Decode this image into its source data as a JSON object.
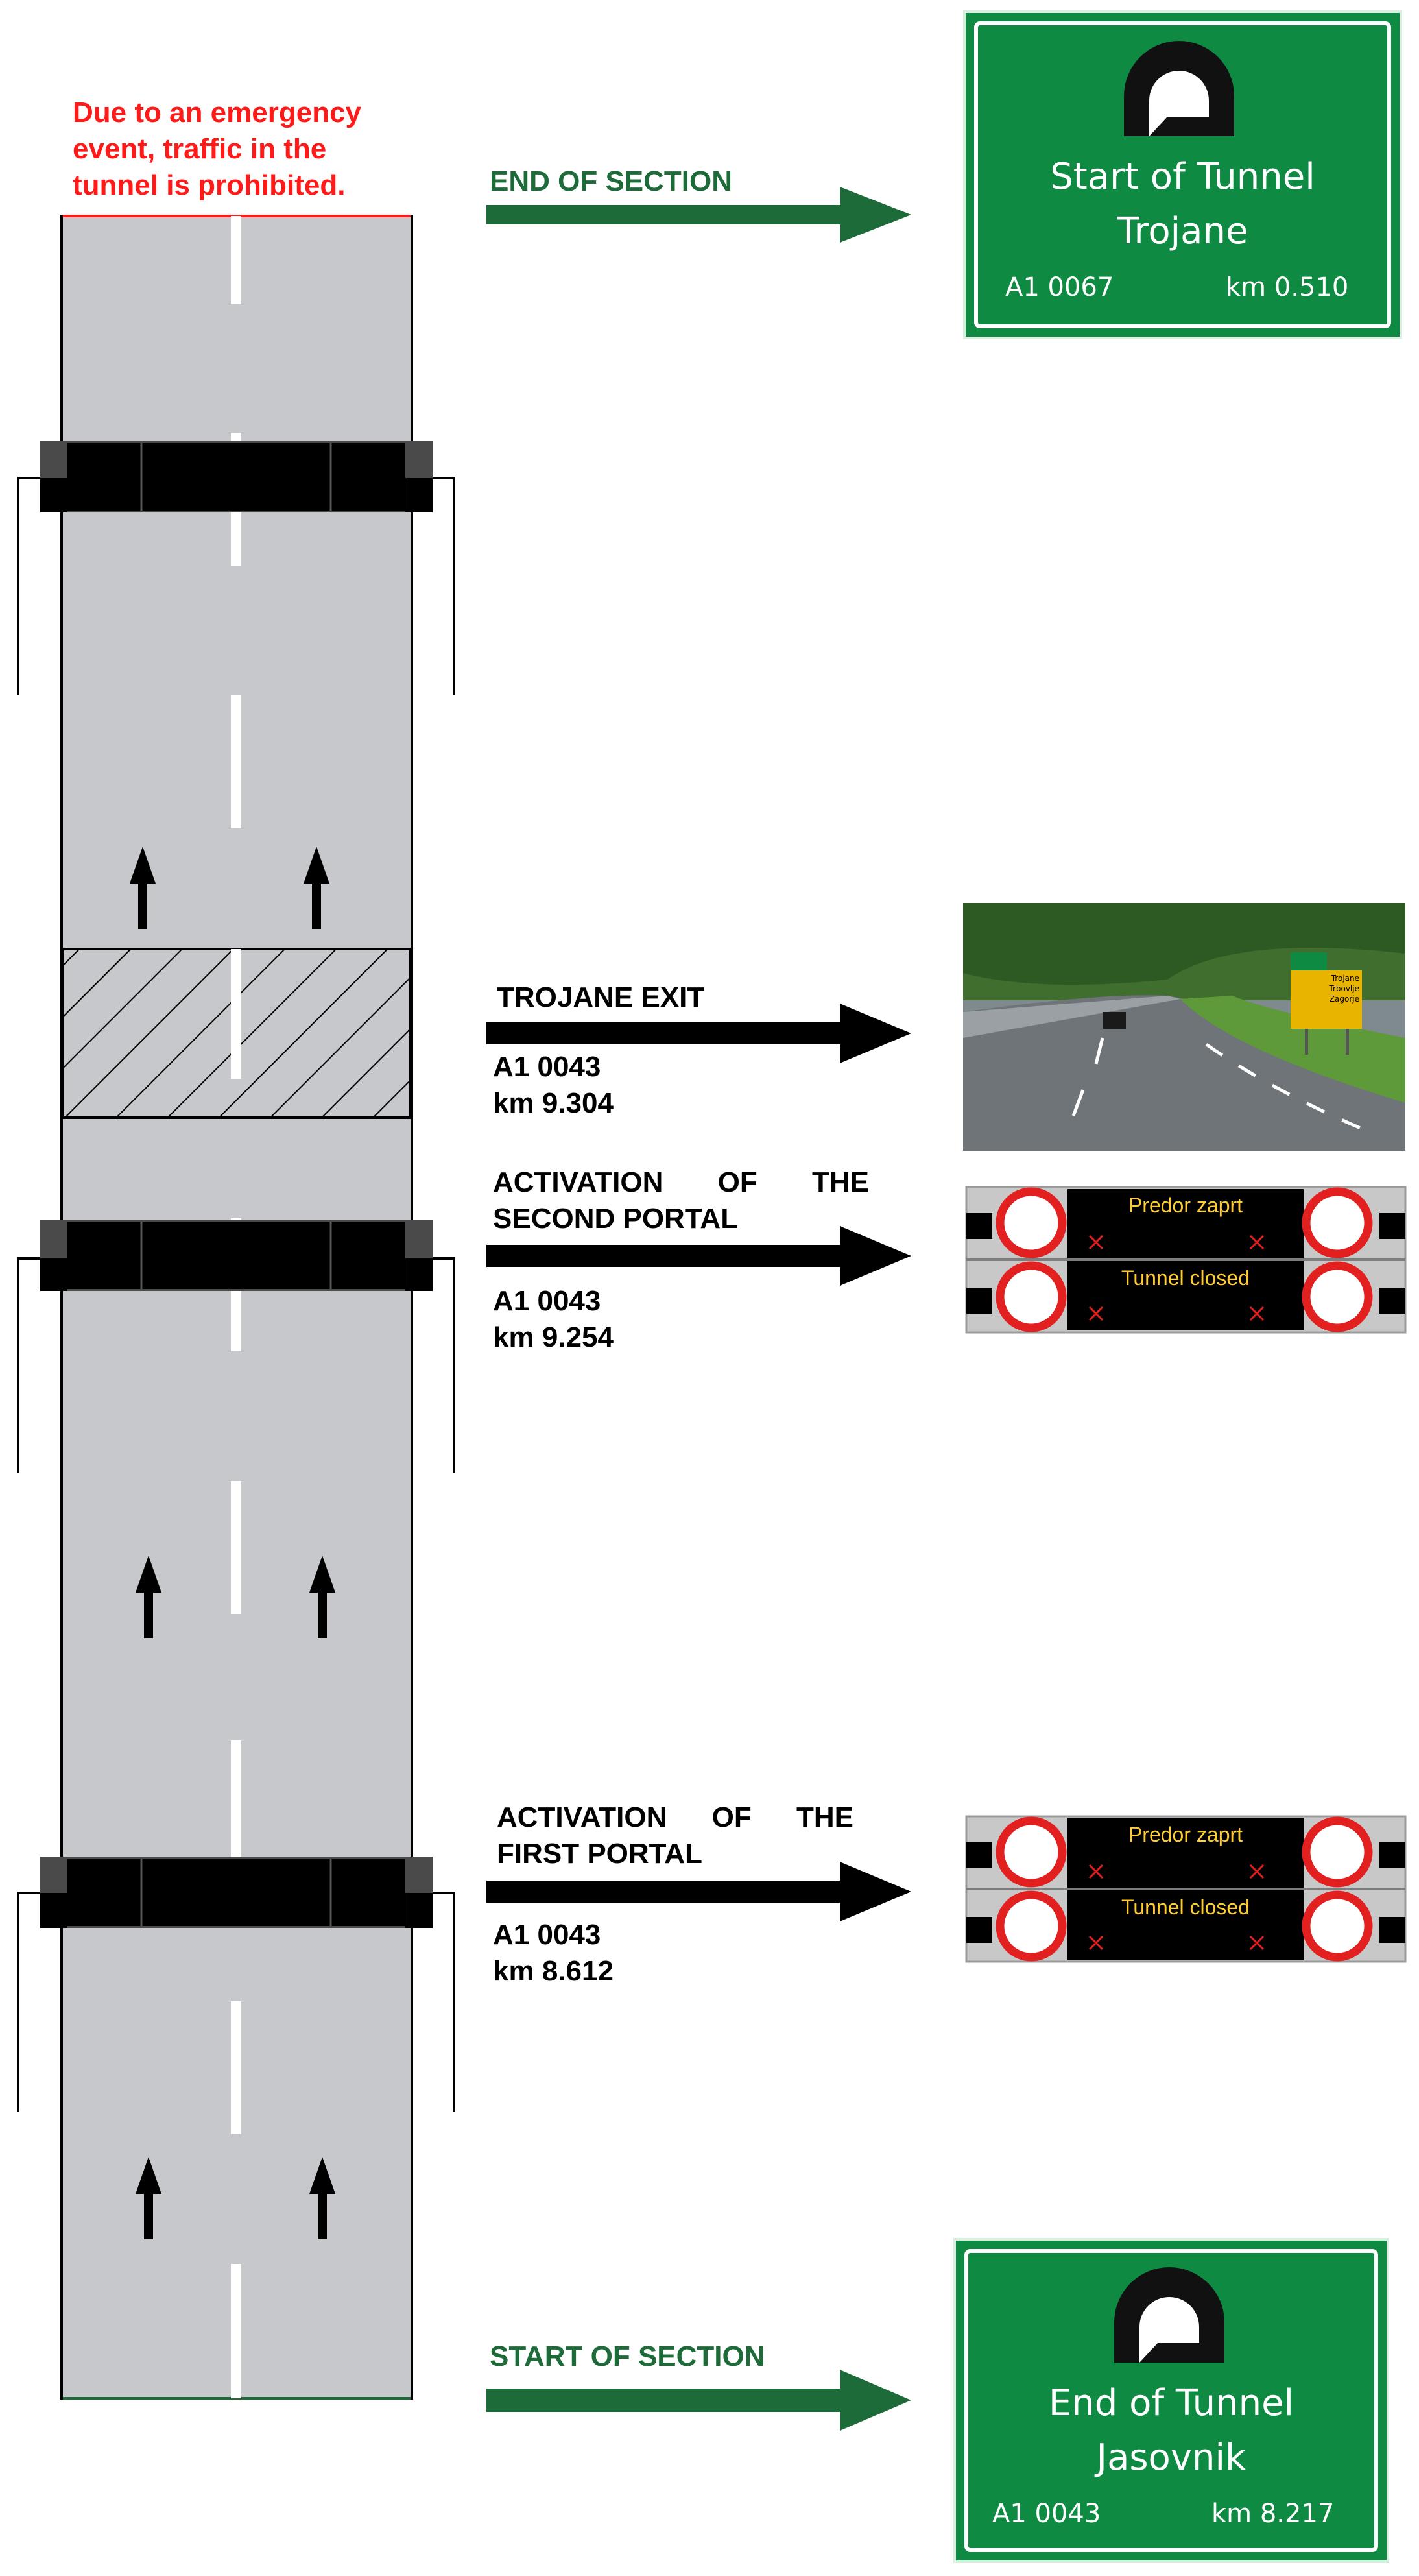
{
  "warning": "Due to an emergency event, traffic in the tunnel is prohibited.",
  "colors": {
    "road": "#c6c8cc",
    "lane_marking": "#ffffff",
    "portal": "#000000",
    "sign_green": "#0f8a43",
    "arrow_green": "#1e6b3a",
    "warning_text": "#ff1a1a",
    "vms_text": "#ffcc33",
    "vms_ring": "#e32020"
  },
  "events": {
    "end_of_section": {
      "label": "END OF SECTION",
      "sign": {
        "title": "Start of Tunnel",
        "name": "Trojane",
        "road": "A1 0067",
        "km": "km 0.510",
        "icon": "tunnel-icon"
      }
    },
    "trojane_exit": {
      "label": "TROJANE EXIT",
      "road": "A1 0043",
      "km": "km 9.304",
      "photo_sign_lines": [
        "Trojane",
        "Trbovlje",
        "Zagorje"
      ]
    },
    "second_portal": {
      "label_line1": "ACTIVATION OF THE",
      "label_line2": "SECOND PORTAL",
      "road": "A1 0043",
      "km": "km 9.254",
      "vms": {
        "line1": "Predor zaprt",
        "line2": "Tunnel closed"
      }
    },
    "first_portal": {
      "label_line1": "ACTIVATION OF THE",
      "label_line2": "FIRST PORTAL",
      "road": "A1 0043",
      "km": "km 8.612",
      "vms": {
        "line1": "Predor zaprt",
        "line2": "Tunnel closed"
      }
    },
    "start_of_section": {
      "label": "START OF SECTION",
      "sign": {
        "title": "End of Tunnel",
        "name": "Jasovnik",
        "road": "A1 0043",
        "km": "km 8.217",
        "icon": "tunnel-icon"
      }
    }
  }
}
